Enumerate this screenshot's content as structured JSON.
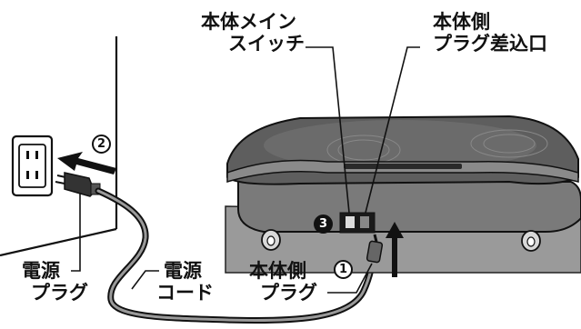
{
  "labels": {
    "main_switch": [
      "本体メイン",
      "スイッチ"
    ],
    "body_socket": [
      "本体側",
      "プラグ差込口"
    ],
    "power_plug": [
      "電源",
      "プラグ"
    ],
    "power_cord": [
      "電源",
      "コード"
    ],
    "body_plug": [
      "本体側",
      "プラグ"
    ]
  },
  "steps": {
    "step1": "1",
    "step2": "2",
    "step3": "3"
  }
}
